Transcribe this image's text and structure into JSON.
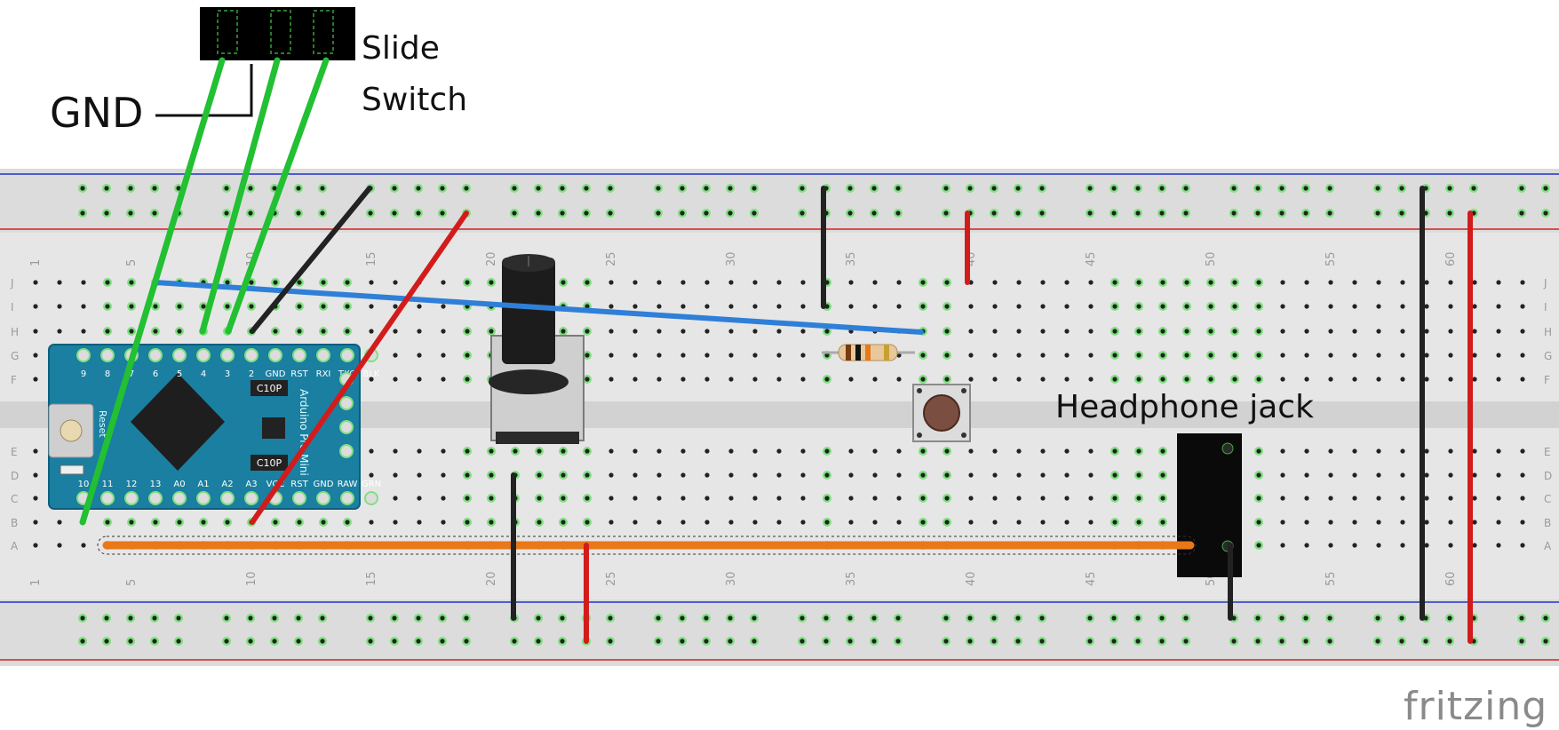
{
  "labels": {
    "gnd": "GND",
    "slide_line1": "Slide",
    "slide_line2": "Switch",
    "headphone_jack": "Headphone jack",
    "fritzing": "fritzing"
  },
  "breadboard": {
    "row_letters_top": [
      "J",
      "I",
      "H",
      "G",
      "F"
    ],
    "row_letters_bottom": [
      "E",
      "D",
      "C",
      "B",
      "A"
    ],
    "column_numbers": [
      "1",
      "5",
      "10",
      "15",
      "20",
      "25",
      "30",
      "35",
      "40",
      "45",
      "50",
      "55",
      "60"
    ]
  },
  "arduino": {
    "top_pins": [
      "9",
      "8",
      "7",
      "6",
      "5",
      "4",
      "3",
      "2",
      "GND",
      "RST",
      "RXI",
      "TXO",
      "BLK"
    ],
    "bottom_pins": [
      "10",
      "11",
      "12",
      "13",
      "A0",
      "A1",
      "A2",
      "A3",
      "VCC",
      "RST",
      "GND",
      "RAW",
      "GRN"
    ],
    "chip_marks": [
      "C10P",
      "C10P"
    ],
    "reset_label": "Reset",
    "board_name": "Arduino Pro Mini"
  },
  "colors": {
    "wire_green": "#22c032",
    "wire_blue": "#2f7fd8",
    "wire_red": "#d21c1c",
    "wire_black": "#222222",
    "wire_orange": "#e87818",
    "rail_red": "#d22222",
    "rail_blue": "#2233cc",
    "board_teal": "#1a7fa0"
  }
}
